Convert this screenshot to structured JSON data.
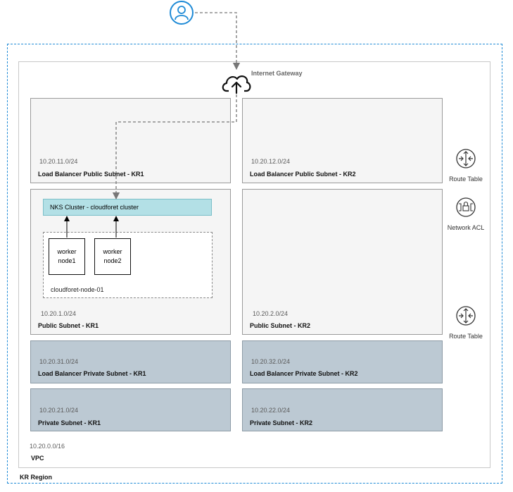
{
  "region": {
    "label": "KR Region"
  },
  "vpc": {
    "cidr": "10.20.0.0/16",
    "label": "VPC"
  },
  "internet_gateway": {
    "label": "Internet Gateway",
    "icon": "cloud-upload-icon"
  },
  "user": {
    "icon": "user-icon"
  },
  "subnets": {
    "lb_public_kr1": {
      "cidr": "10.20.11.0/24",
      "name": "Load Balancer Public Subnet - KR1"
    },
    "lb_public_kr2": {
      "cidr": "10.20.12.0/24",
      "name": "Load Balancer Public Subnet - KR2"
    },
    "public_kr1": {
      "cidr": "10.20.1.0/24",
      "name": "Public Subnet - KR1"
    },
    "public_kr2": {
      "cidr": "10.20.2.0/24",
      "name": "Public Subnet - KR2"
    },
    "lb_private_kr1": {
      "cidr": "10.20.31.0/24",
      "name": "Load Balancer Private Subnet - KR1"
    },
    "lb_private_kr2": {
      "cidr": "10.20.32.0/24",
      "name": "Load Balancer Private Subnet - KR2"
    },
    "private_kr1": {
      "cidr": "10.20.21.0/24",
      "name": "Private Subnet - KR1"
    },
    "private_kr2": {
      "cidr": "10.20.22.0/24",
      "name": "Private Subnet - KR2"
    }
  },
  "cluster": {
    "label": "NKS Cluster - cloudforet cluster",
    "node_group": "cloudforet-node-01",
    "workers": [
      {
        "label": "worker\nnode1"
      },
      {
        "label": "worker\nnode2"
      }
    ]
  },
  "side_icons": {
    "route_table_1": {
      "label": "Route Table",
      "icon": "route-table-icon"
    },
    "network_acl": {
      "label": "Network ACL",
      "icon": "network-acl-icon"
    },
    "route_table_2": {
      "label": "Route Table",
      "icon": "route-table-icon"
    }
  },
  "colors": {
    "region_border": "#1e8ad6",
    "icon_blue": "#1e8ad6",
    "private_subnet": "#bcc9d3",
    "cluster": "#b3e0e6"
  }
}
